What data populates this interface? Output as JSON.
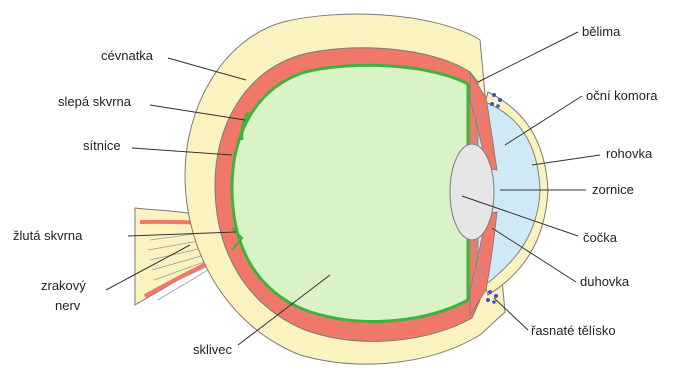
{
  "diagram": {
    "labels": {
      "choroid": "cévnatka",
      "blind_spot": "slepá skvrna",
      "retina": "sítnice",
      "yellow_spot": "žlutá skvrna",
      "optic_nerve_line1": "zrakový",
      "optic_nerve_line2": "nerv",
      "vitreous": "sklivec",
      "sclera": "bělima",
      "eye_chamber": "oční komora",
      "cornea": "rohovka",
      "zonule": "zornice",
      "lens": "čočka",
      "iris": "duhovka",
      "ciliary_body": "řasnaté tělísko"
    },
    "colors": {
      "sclera": "#fbf3bf",
      "choroid": "#f0786a",
      "retina": "#3cb43c",
      "vitreous": "#d9f2c6",
      "aqueous": "#cfeaf6",
      "lens": "#e6e6e6",
      "outline": "#7a7a7a",
      "ciliary_dots": "#3a4fd0",
      "leader_line": "#333333"
    }
  }
}
